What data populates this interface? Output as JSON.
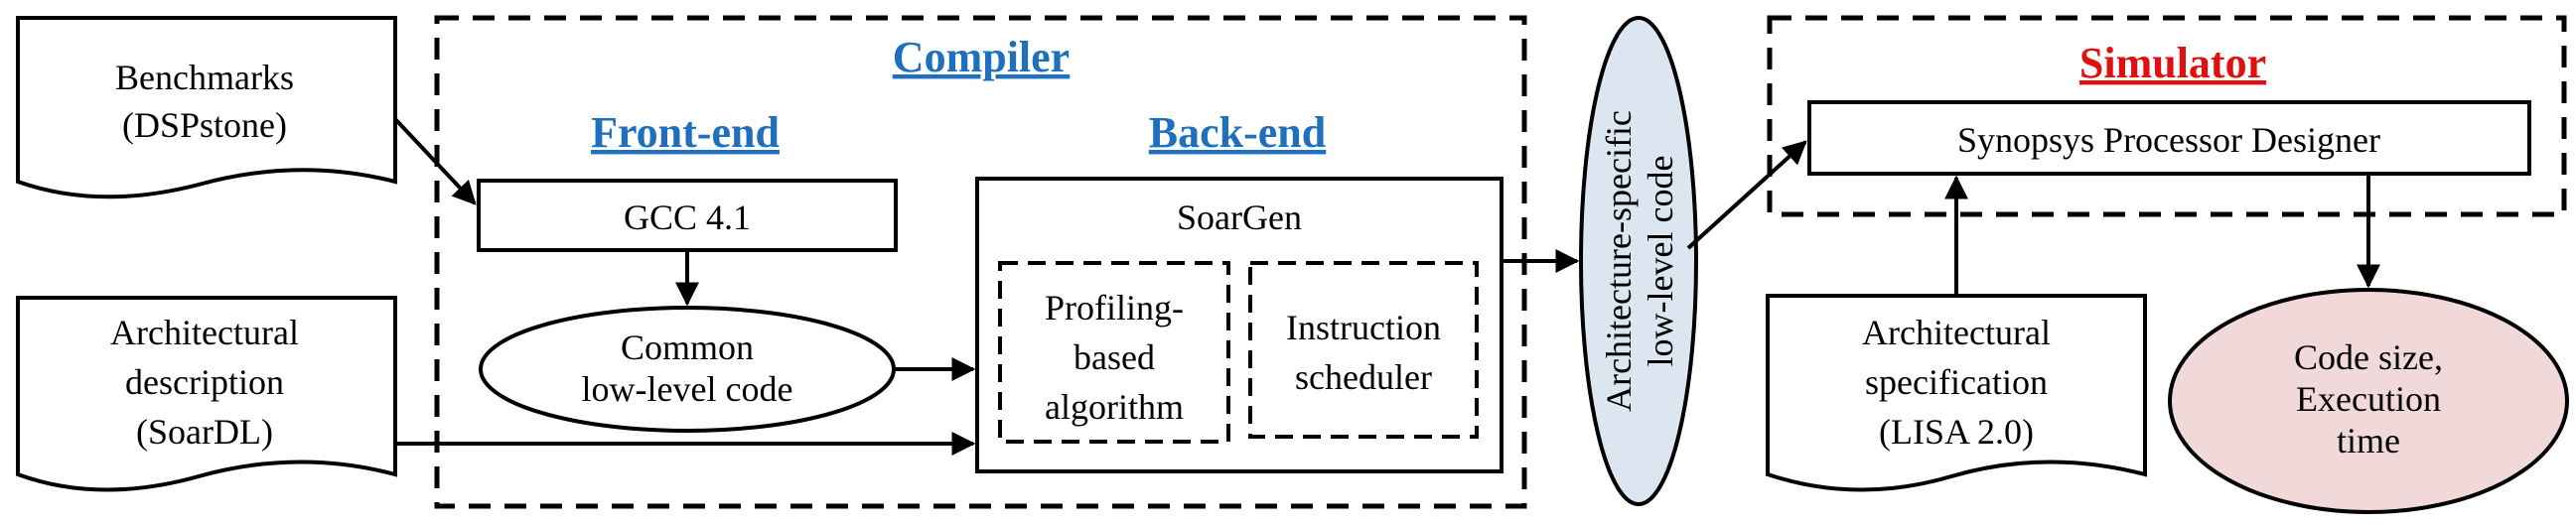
{
  "colors": {
    "accent_blue": "#1f6fbf",
    "accent_red": "#e01010",
    "ellipse_blue_fill": "#dce6f1",
    "ellipse_red_fill": "#f2d9d9"
  },
  "compiler": {
    "title": "Compiler",
    "front_end_title": "Front-end",
    "back_end_title": "Back-end",
    "gcc": "GCC 4.1",
    "common_code": [
      "Common",
      "low-level code"
    ],
    "soargen": "SoarGen",
    "profiling": [
      "Profiling-",
      "based",
      "algorithm"
    ],
    "scheduler": [
      "Instruction",
      "scheduler"
    ]
  },
  "inputs": {
    "benchmarks": [
      "Benchmarks",
      "(DSPstone)"
    ],
    "arch_description": [
      "Architectural",
      "description",
      "(SoarDL)"
    ]
  },
  "intermediate": {
    "arch_code": [
      "Architecture-specific",
      "low-level code"
    ]
  },
  "simulator": {
    "title": "Simulator",
    "designer": "Synopsys Processor Designer",
    "arch_spec": [
      "Architectural",
      "specification",
      "(LISA 2.0)"
    ],
    "output": [
      "Code size,",
      "Execution",
      "time"
    ]
  }
}
